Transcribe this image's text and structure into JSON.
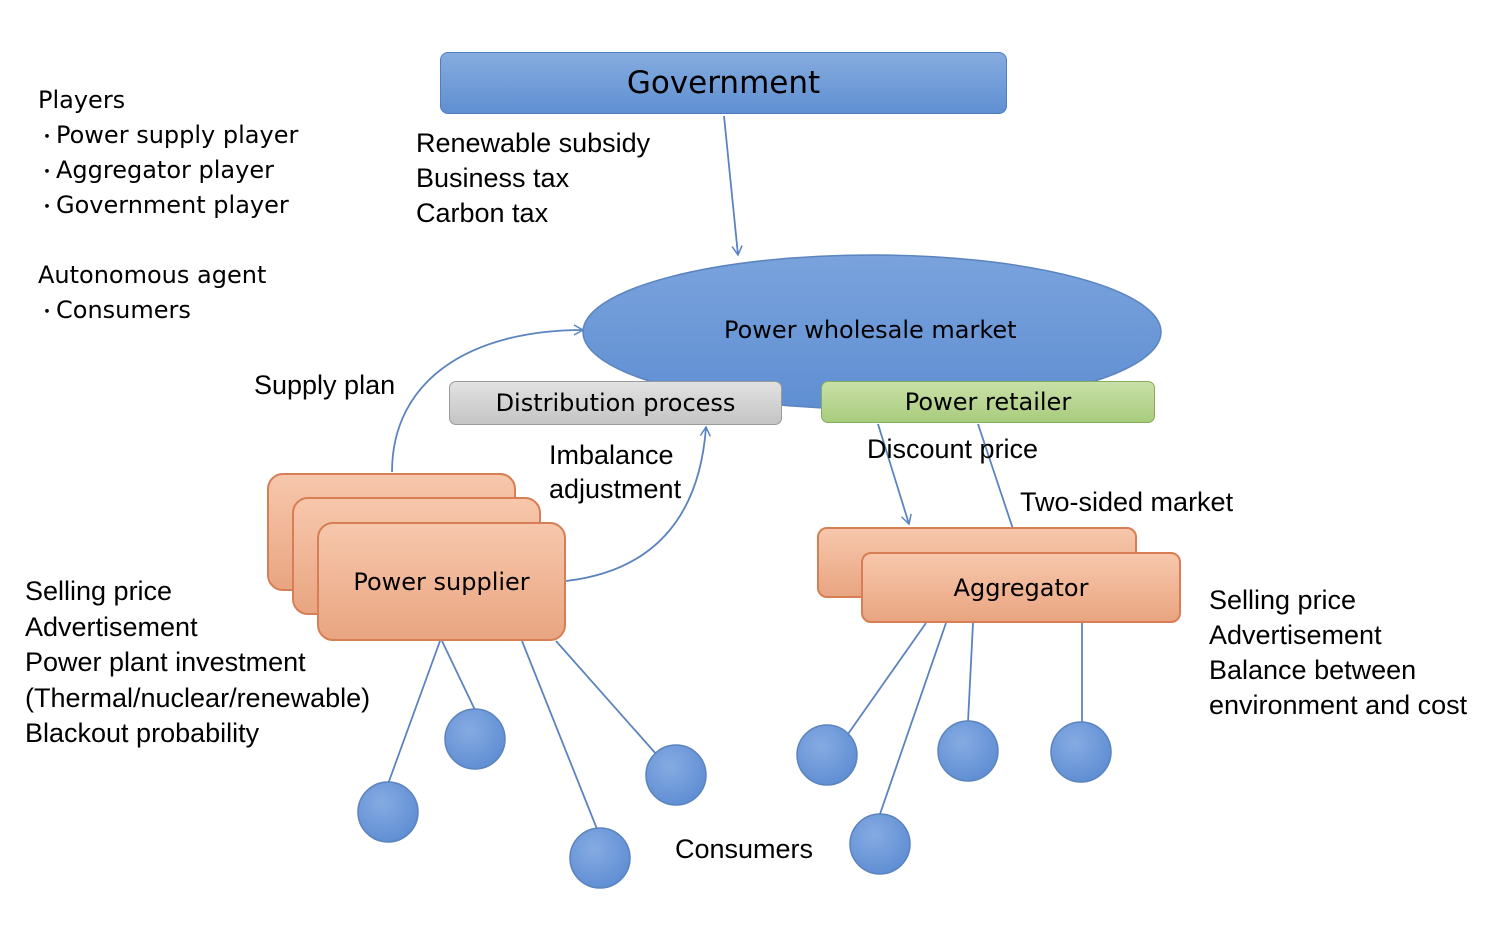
{
  "legend": {
    "players_heading": "Players",
    "players": [
      "Power supply  player",
      "Aggregator player",
      "Government  player"
    ],
    "agents_heading": "Autonomous  agent",
    "agents": [
      "Consumers"
    ],
    "bullet": "・"
  },
  "nodes": {
    "government": "Government",
    "market": "Power wholesale  market",
    "distribution": "Distribution  process",
    "retailer": "Power retailer",
    "supplier": "Power supplier",
    "aggregator": "Aggregator",
    "consumers": "Consumers"
  },
  "labels": {
    "government_policies": [
      "Renewable subsidy",
      "Business tax",
      "Carbon tax"
    ],
    "supply_plan": "Supply plan",
    "imbalance": [
      "Imbalance",
      "adjustment"
    ],
    "discount_price": "Discount price",
    "two_sided_market": "Two-sided market",
    "supplier_decisions": [
      "Selling price",
      "Advertisement",
      "Power plant investment",
      "(Thermal/nuclear/renewable)",
      "Blackout probability"
    ],
    "aggregator_decisions": [
      "Selling price",
      "Advertisement",
      "Balance between",
      "environment and cost"
    ]
  },
  "colors": {
    "blue_fill": "#6a96d6",
    "blue_stroke": "#5b84bf",
    "orange_fill": "#eeae8b",
    "orange_stroke": "#d77e55",
    "green_fill": "#b4d48e",
    "gray_fill": "#d2d2d2"
  }
}
